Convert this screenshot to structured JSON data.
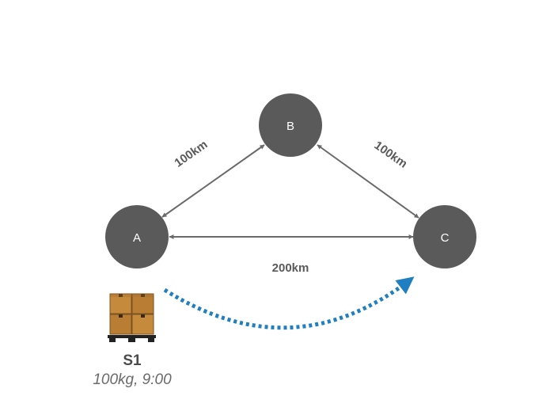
{
  "nodes": {
    "a": {
      "label": "A"
    },
    "b": {
      "label": "B"
    },
    "c": {
      "label": "C"
    }
  },
  "edges": {
    "ab": {
      "label": "100km"
    },
    "bc": {
      "label": "100km"
    },
    "ac": {
      "label": "200km"
    }
  },
  "shipment": {
    "name": "S1",
    "details": "100kg, 9:00",
    "icon": "pallet-boxes-icon"
  },
  "colors": {
    "node": "#5a5a5a",
    "edge": "#6a6a6a",
    "route": "#1f7fc1",
    "box": "#c68a3c"
  }
}
